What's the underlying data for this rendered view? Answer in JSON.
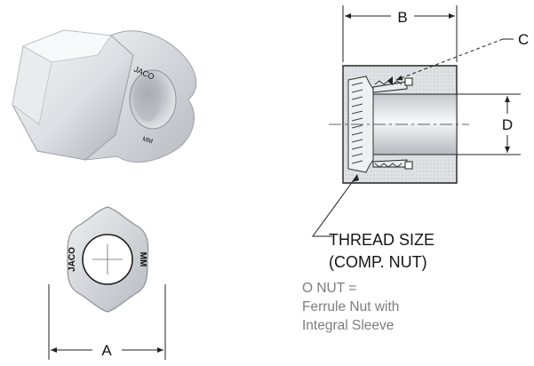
{
  "dimension_labels": {
    "a": "A",
    "b": "B",
    "c": "C",
    "d": "D"
  },
  "nut_markings": {
    "brand": "JACO",
    "unit": "MM"
  },
  "callout": {
    "line1": "THREAD SIZE",
    "line2": "(COMP. NUT)"
  },
  "note": {
    "line1": "O NUT =",
    "line2": "Ferrule Nut with",
    "line3": "Integral Sleeve"
  },
  "colors": {
    "part_fill": "#e4e6ea",
    "part_shadow": "#a9adb4",
    "section_hatch": "#cfd2d6",
    "line": "#222222",
    "note_text": "#7d7d7d"
  }
}
